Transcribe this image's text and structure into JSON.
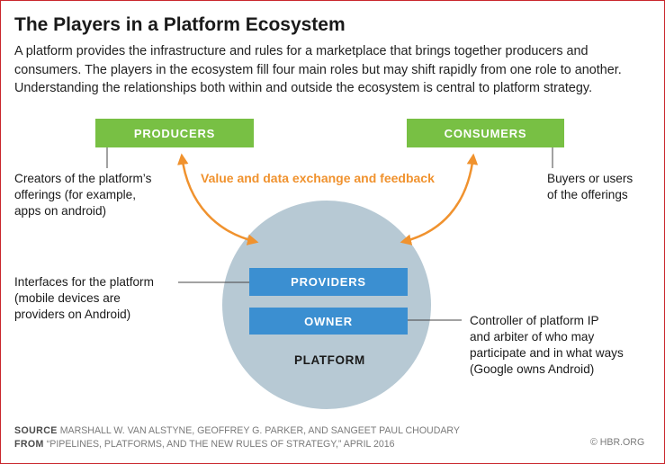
{
  "title": "The Players in a Platform Ecosystem",
  "intro": "A platform provides the infrastructure and rules for a marketplace that brings together producers and consumers. The players in the ecosystem fill four main roles but may shift rapidly from one role to another. Understanding the relationships both within and outside the ecosystem is central to platform strategy.",
  "diagram": {
    "producers": {
      "label": "PRODUCERS",
      "note": [
        "Creators of the platform’s",
        "offerings (for example,",
        "apps on android)"
      ]
    },
    "consumers": {
      "label": "CONSUMERS",
      "note": [
        "Buyers or users",
        "of the offerings"
      ]
    },
    "exchange_label": "Value and data exchange and feedback",
    "providers": {
      "label": "PROVIDERS",
      "note": [
        "Interfaces for the platform",
        "(mobile devices are",
        "providers on Android)"
      ]
    },
    "owner": {
      "label": "OWNER",
      "note": [
        "Controller of platform IP",
        "and arbiter of who may",
        "participate and in what ways",
        "(Google owns Android)"
      ]
    },
    "platform_label": "PLATFORM"
  },
  "footer": {
    "source_key": "SOURCE",
    "source_text": "MARSHALL W. VAN ALSTYNE, GEOFFREY G. PARKER, AND SANGEET PAUL CHOUDARY",
    "from_key": "FROM",
    "from_text": "“PIPELINES, PLATFORMS, AND THE NEW RULES OF STRATEGY,” APRIL 2016",
    "copyright": "© HBR.ORG"
  },
  "colors": {
    "green": "#78c044",
    "blue": "#3b8fd1",
    "orange": "#f0922e",
    "platform_circle": "#b7c9d4",
    "frame": "#c9262c"
  }
}
